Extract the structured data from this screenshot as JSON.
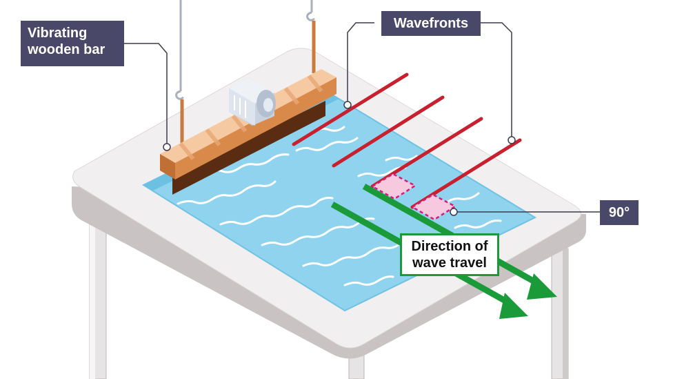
{
  "labels": {
    "bar": "Vibrating\nwooden bar",
    "wavefronts": "Wavefronts",
    "angle": "90°",
    "direction": "Direction of\nwave travel"
  },
  "colors": {
    "label_bg": "#4a4868",
    "wavefront": "#c8202e",
    "arrow": "#1b9a3a",
    "water": "#8fd3ee",
    "table_top": "#f1efef",
    "right_angle_marker": "#d81b7b"
  },
  "icons": {
    "bar": "wooden-bar-icon",
    "motor": "motor-icon",
    "hook": "hook-icon"
  }
}
